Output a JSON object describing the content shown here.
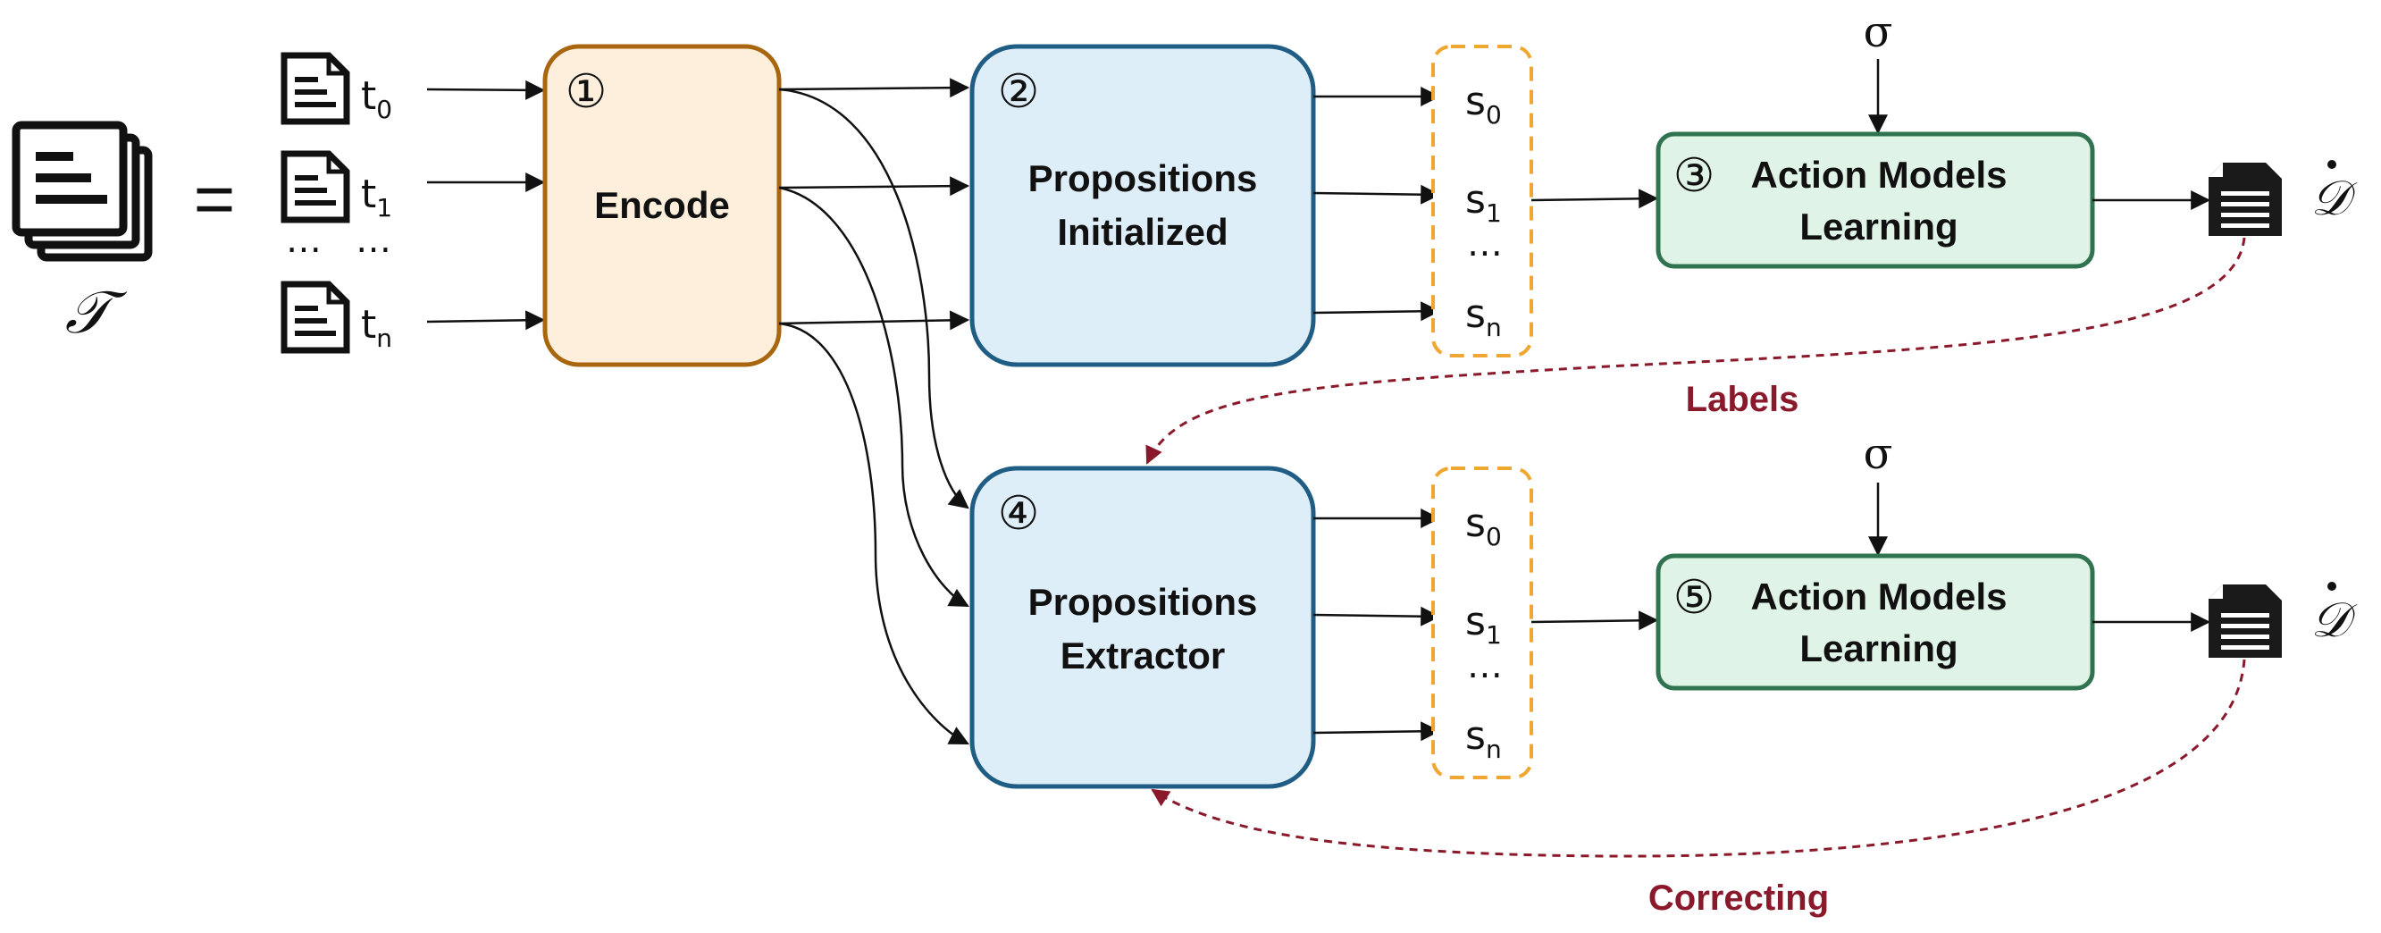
{
  "left": {
    "traces_symbol": "𝒯",
    "equals": "=",
    "traces": [
      {
        "base": "t",
        "sub": "0"
      },
      {
        "base": "t",
        "sub": "1"
      },
      {
        "base": "t",
        "sub": "n"
      }
    ],
    "ellipsis": "⋯   ⋯"
  },
  "steps": [
    {
      "number": "①",
      "lines": [
        "Encode"
      ]
    },
    {
      "number": "②",
      "lines": [
        "Propositions",
        "Initialized"
      ]
    },
    {
      "number": "③",
      "lines": [
        "Action Models",
        "Learning"
      ]
    },
    {
      "number": "④",
      "lines": [
        "Propositions",
        "Extractor"
      ]
    },
    {
      "number": "⑤",
      "lines": [
        "Action Models",
        "Learning"
      ]
    }
  ],
  "states_top": [
    {
      "base": "s",
      "sub": "0"
    },
    {
      "base": "s",
      "sub": "1"
    },
    {
      "base": "s",
      "sub": "n"
    }
  ],
  "states_bottom": [
    {
      "base": "s",
      "sub": "0"
    },
    {
      "base": "s",
      "sub": "1"
    },
    {
      "base": "s",
      "sub": "n"
    }
  ],
  "states_ellipsis": "⋯",
  "sigma": "σ",
  "output_symbol": "𝒟",
  "feedback": {
    "labels": "Labels",
    "correcting": "Correcting"
  },
  "colors": {
    "encode_fill": "#fdefdc",
    "encode_stroke": "#a8660f",
    "prop_fill": "#deeef9",
    "prop_stroke": "#1f5d84",
    "aml_fill": "#dff3e6",
    "aml_stroke": "#2f7350",
    "states_stroke": "#f0a732",
    "feedback": "#8a1a2b"
  }
}
